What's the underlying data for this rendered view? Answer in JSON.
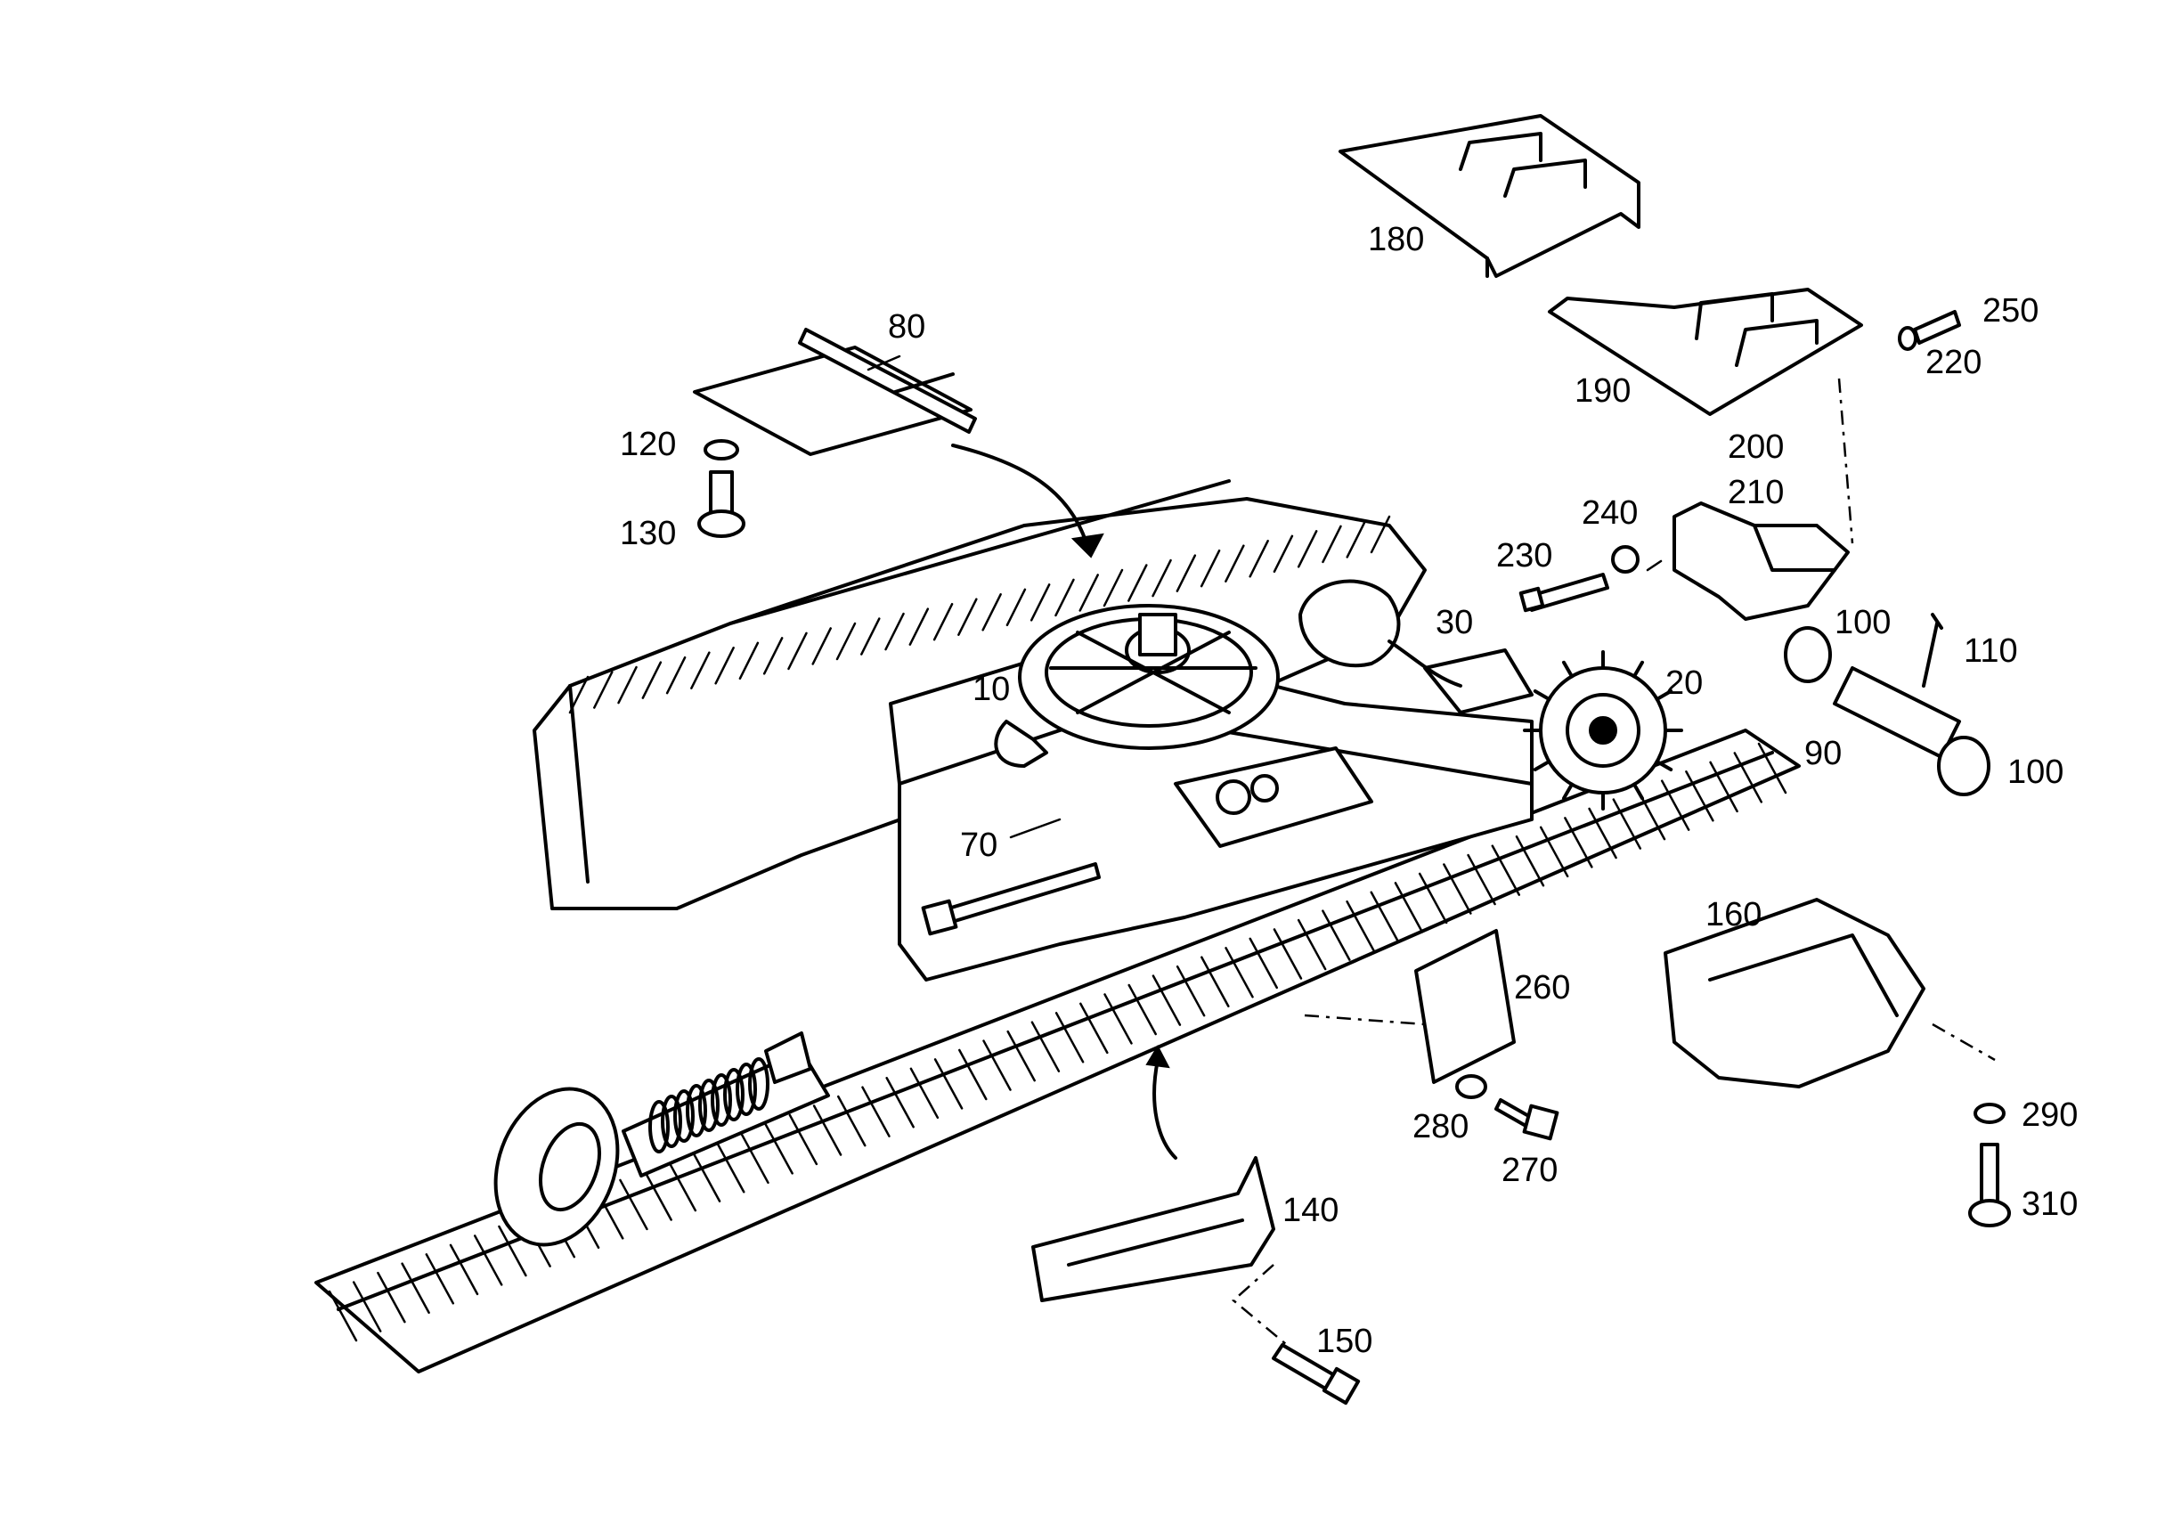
{
  "labels": {
    "p10": "10",
    "p20": "20",
    "p30": "30",
    "p70": "70",
    "p80": "80",
    "p90": "90",
    "p100a": "100",
    "p100b": "100",
    "p110": "110",
    "p120": "120",
    "p130": "130",
    "p140": "140",
    "p150": "150",
    "p160": "160",
    "p180": "180",
    "p190": "190",
    "p200": "200",
    "p210": "210",
    "p220": "220",
    "p230": "230",
    "p240": "240",
    "p250": "250",
    "p260": "260",
    "p270": "270",
    "p280": "280",
    "p290": "290",
    "p310": "310"
  }
}
